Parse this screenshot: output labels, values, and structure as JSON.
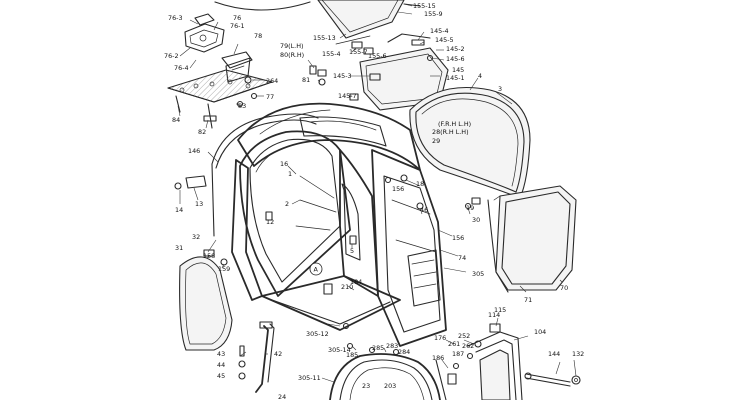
{
  "labels": {
    "l76_3": "76-3",
    "l76": "76",
    "l76_1": "76-1",
    "l78": "78",
    "l76_2": "76-2",
    "l76_4": "76-4",
    "l264": "264",
    "l77": "77",
    "l83": "83",
    "l84": "84",
    "l82": "82",
    "l79": "79(L.H)",
    "l80": "80(R.H)",
    "l81": "81",
    "l155_15": "155-15",
    "l155_9": "155-9",
    "l155_13": "155-13",
    "l155_4": "155-4",
    "l155_7": "155-7",
    "l155_6": "155-6",
    "l145_4": "145-4",
    "l145_5": "145-5",
    "l145_2": "145-2",
    "l145_6": "145-6",
    "l145": "145",
    "l145_1": "145-1",
    "l145_3": "145-3",
    "l145_7": "145-7",
    "l4": "4",
    "l3": "3",
    "l_frhl": "(F.R.H L.H)",
    "l28": "28(R.H L.H)",
    "l29": "29",
    "l146": "146",
    "l16": "16",
    "l1": "1",
    "l14": "14",
    "l13": "13",
    "l2": "2",
    "l12": "12",
    "l18": "18",
    "l156a": "156",
    "l46": "46",
    "l19": "19",
    "l30": "30",
    "l156b": "156",
    "l74": "74",
    "l5": "5",
    "l31": "31",
    "l32": "32",
    "l158": "158",
    "l159": "159",
    "l305": "305",
    "lA": "A",
    "l210": "210",
    "l184": "184",
    "l71": "71",
    "l70": "70",
    "l305_12": "305-12",
    "l114": "114",
    "l115": "115",
    "l104": "104",
    "l176": "176",
    "l252": "252",
    "l262": "262",
    "l261": "261",
    "l43": "43",
    "l44": "44",
    "l45": "45",
    "l42": "42",
    "l305_14": "305-14",
    "l185": "185",
    "l285": "285",
    "l283": "283",
    "l284": "284",
    "l186": "186",
    "l187": "187",
    "l144": "144",
    "l132": "132",
    "l305_11": "305-11",
    "l23": "23",
    "l203": "203",
    "l24": "24"
  }
}
